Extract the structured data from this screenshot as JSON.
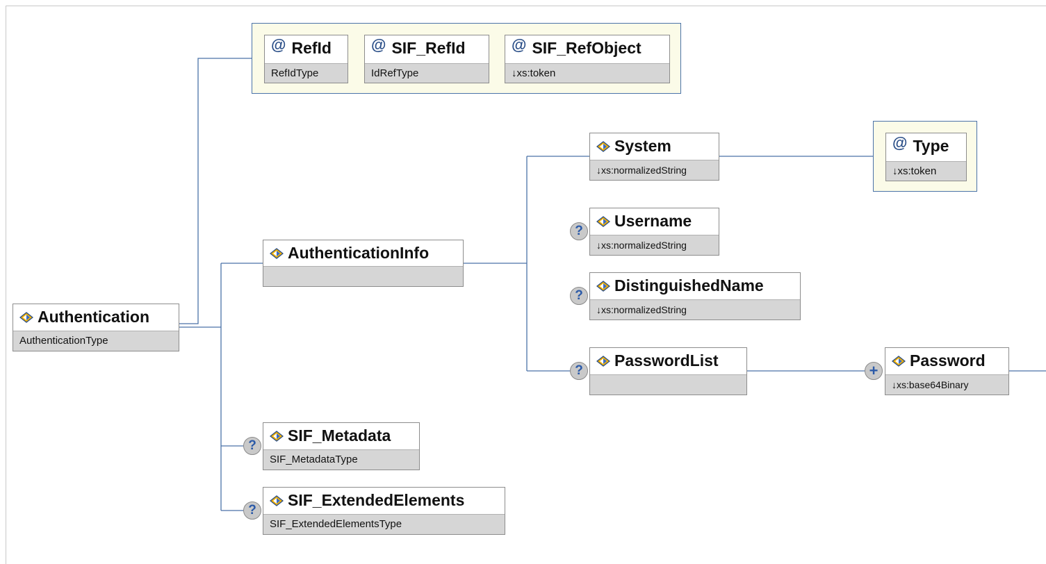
{
  "diagram": {
    "root": {
      "name": "Authentication",
      "type": "AuthenticationType"
    },
    "root_attributes": [
      {
        "name": "RefId",
        "type": "RefIdType"
      },
      {
        "name": "SIF_RefId",
        "type": "IdRefType"
      },
      {
        "name": "SIF_RefObject",
        "type": "↓xs:token"
      }
    ],
    "authentication_info": {
      "name": "AuthenticationInfo",
      "type": ""
    },
    "system": {
      "name": "System",
      "type": "↓xs:normalizedString"
    },
    "system_attribute": {
      "name": "Type",
      "type": "↓xs:token"
    },
    "username": {
      "name": "Username",
      "type": "↓xs:normalizedString",
      "optional_badge": "?"
    },
    "distinguished_name": {
      "name": "DistinguishedName",
      "type": "↓xs:normalizedString",
      "optional_badge": "?"
    },
    "password_list": {
      "name": "PasswordList",
      "type": "",
      "optional_badge": "?"
    },
    "password": {
      "name": "Password",
      "type": "↓xs:base64Binary",
      "multiplicity_badge": "+"
    },
    "sif_metadata": {
      "name": "SIF_Metadata",
      "type": "SIF_MetadataType",
      "optional_badge": "?"
    },
    "sif_extended_elements": {
      "name": "SIF_ExtendedElements",
      "type": "SIF_ExtendedElementsType",
      "optional_badge": "?"
    }
  },
  "colors": {
    "connector": "#4a72a8",
    "type_bar": "#d6d6d6",
    "attribute_group_bg": "#fbfbe8"
  },
  "icons": {
    "element": "element-diamond-icon",
    "attribute": "attribute-at-icon",
    "optional": "question-mark-icon",
    "multiple": "plus-icon"
  }
}
